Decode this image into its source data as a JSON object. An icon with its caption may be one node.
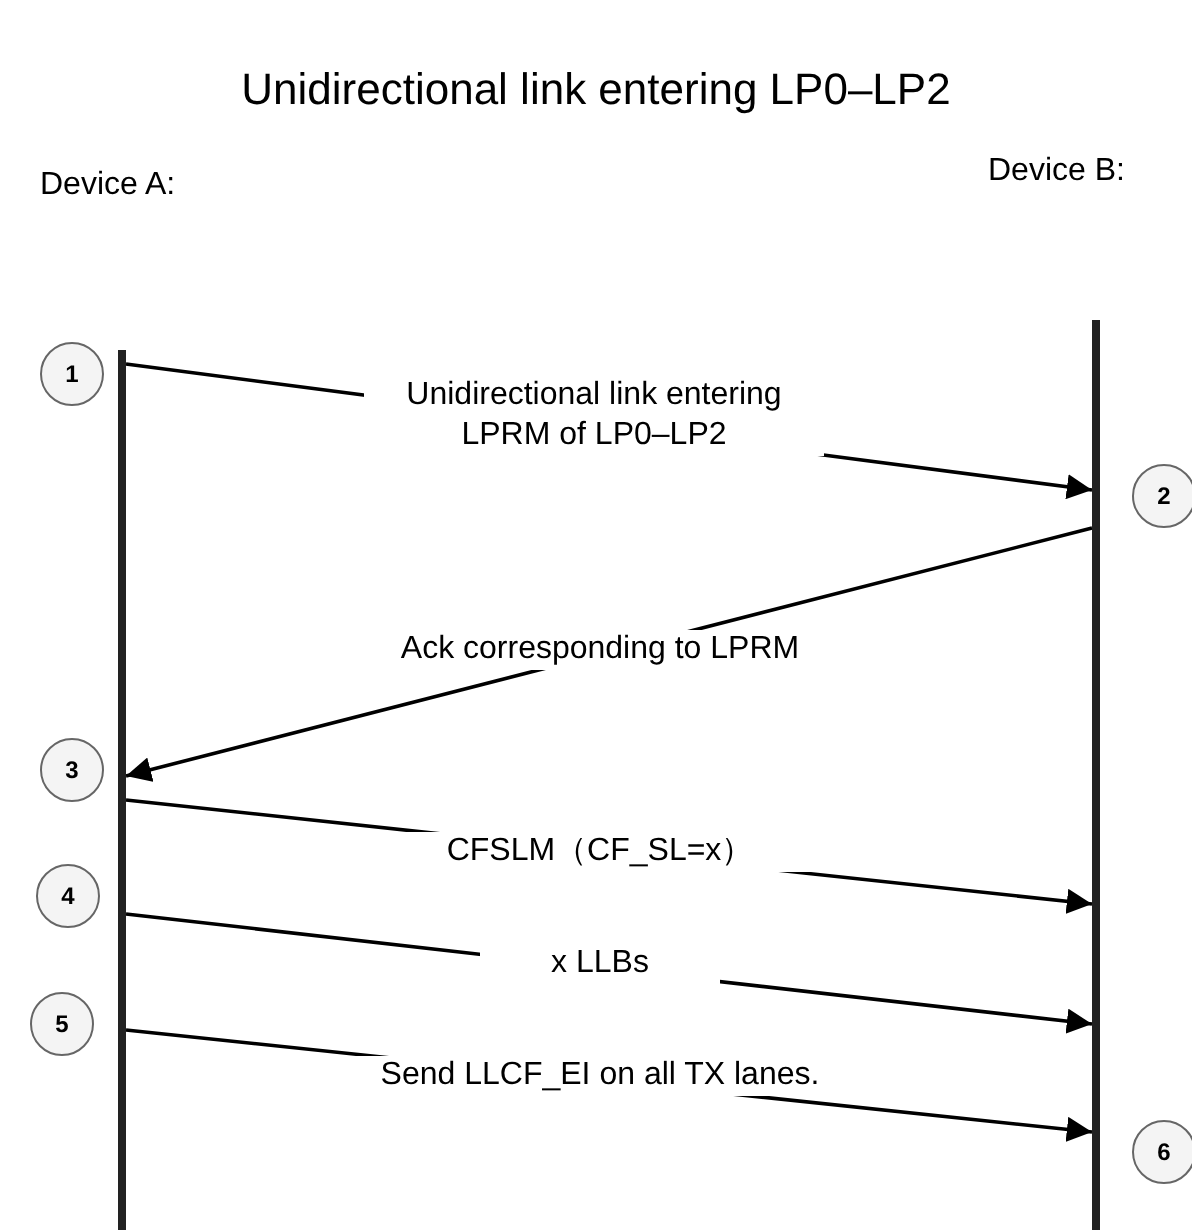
{
  "diagram": {
    "title": "Unidirectional link entering LP0–LP2",
    "nodes": [
      {
        "text": [],
        "shape": "bar"
      },
      {
        "text": [],
        "shape": "bar"
      }
    ],
    "edges": [
      {
        "from": 0,
        "to": 1,
        "arrow": "to",
        "label": "Unidirectional link entering LPRM of LP0–LP2"
      },
      {
        "from": 1,
        "to": 0,
        "arrow": "to",
        "label": "Ack corresponding to LPRM"
      },
      {
        "from": 0,
        "to": 1,
        "arrow": "to",
        "label": "CFSLM（CF_SL=x）"
      },
      {
        "from": 0,
        "to": 1,
        "arrow": "to",
        "label": "x LLBs"
      },
      {
        "from": 0,
        "to": 1,
        "arrow": "to",
        "label": "Send LLCF_EI on all TX lanes."
      }
    ],
    "labels": [
      "Device A:",
      "Device B:",
      "1",
      "2",
      "3",
      "4",
      "5",
      "6"
    ]
  }
}
